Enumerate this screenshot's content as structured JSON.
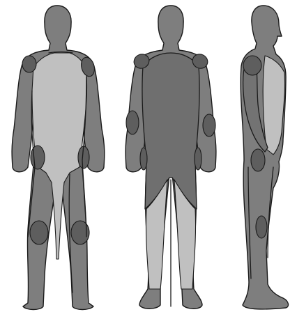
{
  "colors": {
    "background": "#ffffff",
    "body": "#7e7e7e",
    "panel_light": "#c0c0c0",
    "pad_dark": "#5e5e5e",
    "outline": "#1a1a1a"
  },
  "views": [
    "front",
    "back",
    "side"
  ]
}
